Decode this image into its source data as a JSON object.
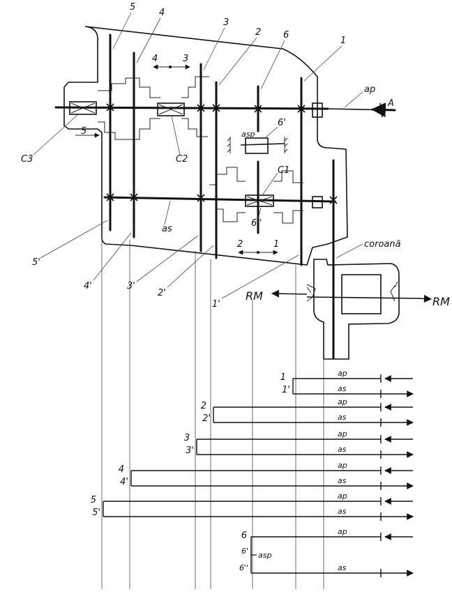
{
  "labels": {
    "g5": "5",
    "g4": "4",
    "g3": "3",
    "g2": "2",
    "g6": "6",
    "g1": "1",
    "ap_top": "ap",
    "A": "A",
    "dir4": "4",
    "dir3": "3",
    "dir5": "5",
    "c3": "C3",
    "c2": "C2",
    "c1": "C1",
    "g6p": "6'",
    "asp": "asp",
    "g6pp": "6''",
    "as_mid": "as",
    "dir2": "2",
    "dir1": "1",
    "g5p": "5'",
    "g4p": "4'",
    "g3p": "3'",
    "g2p": "2'",
    "g1p": "1'",
    "coroana": "coroană",
    "rm_left": "RM",
    "rm_right": "RM"
  },
  "shift_table": [
    {
      "gear": "1",
      "gear_p": "1'",
      "ap": "ap",
      "as": "as"
    },
    {
      "gear": "2",
      "gear_p": "2'",
      "ap": "ap",
      "as": "as"
    },
    {
      "gear": "3",
      "gear_p": "3'",
      "ap": "ap",
      "as": "as"
    },
    {
      "gear": "4",
      "gear_p": "4'",
      "ap": "ap",
      "as": "as"
    },
    {
      "gear": "5",
      "gear_p": "5'",
      "ap": "ap",
      "as": "as"
    }
  ],
  "reverse_row": {
    "gear": "6",
    "gear_p": "6'",
    "gear_pp": "6''",
    "asp": "asp",
    "ap": "ap",
    "as": "as"
  }
}
